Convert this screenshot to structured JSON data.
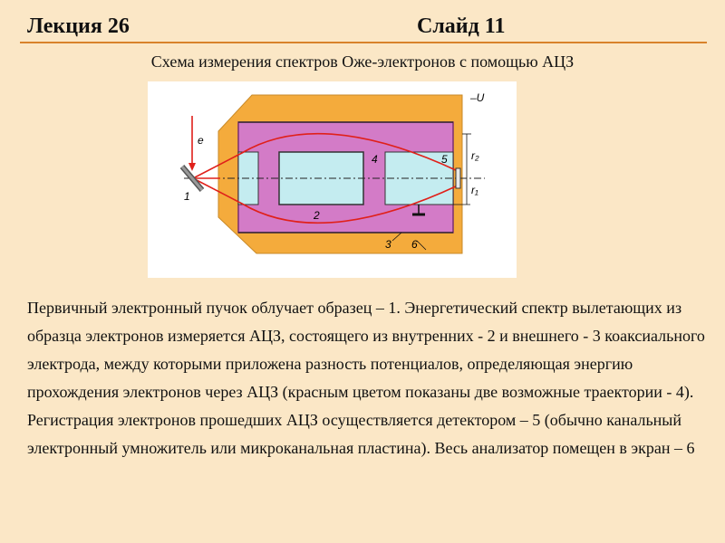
{
  "header": {
    "lecture": "Лекция 26",
    "slide": "Слайд 11"
  },
  "caption": "Схема измерения спектров Оже-электронов с помощью АЦЗ",
  "diagram": {
    "labels": {
      "voltage": "–U",
      "beam": "e",
      "n1": "1",
      "n2": "2",
      "n3": "3",
      "n4": "4",
      "n5": "5",
      "n6": "6",
      "r1": "r₁",
      "r2": "r₂"
    },
    "colors": {
      "screen": "#f4ab3c",
      "outer_electrode": "#d37bc7",
      "inner_electrode": "#c4ecf0",
      "trajectory": "#e0201a"
    }
  },
  "body_text": "Первичный электронный пучок облучает образец – 1. Энергетический спектр вылетающих из образца электронов измеряется АЦЗ, состоящего из внутренних - 2 и внешнего - 3 коаксиального электрода, между которыми приложена разность потенциалов, определяющая энергию прохождения электронов через АЦЗ (красным цветом показаны две возможные траектории - 4). Регистрация электронов прошедших АЦЗ осуществляется детектором – 5 (обычно канальный электронный умножитель или микроканальная пластина). Весь анализатор помещен в экран – 6"
}
